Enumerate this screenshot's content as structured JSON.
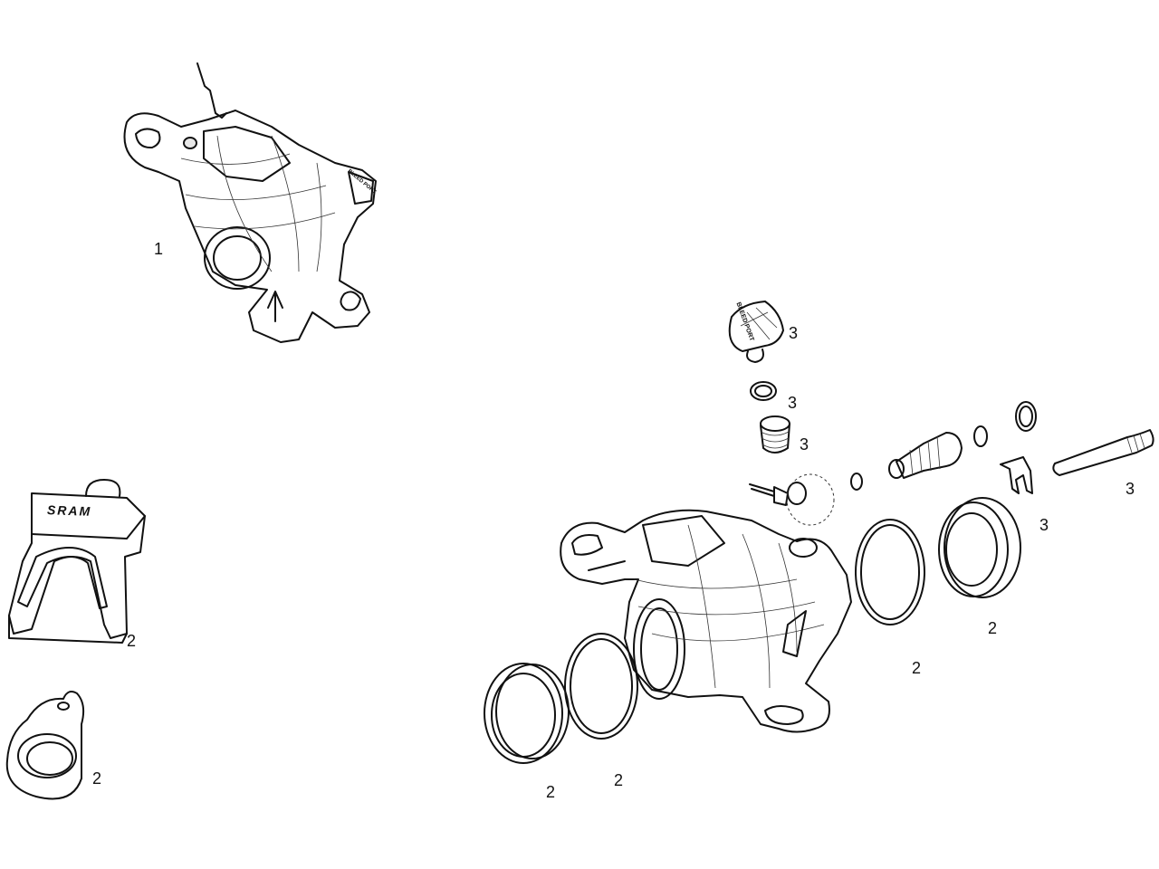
{
  "diagram": {
    "type": "exploded-parts-view",
    "colors": {
      "line": "#111111",
      "background": "#ffffff"
    },
    "parts": [
      {
        "name": "assembled-caliper",
        "callout": "1"
      },
      {
        "name": "bleed-block",
        "callout": "2",
        "logo_text": "SRAM"
      },
      {
        "name": "pad-spacer",
        "callout": "2"
      },
      {
        "name": "bleed-port-cap",
        "callout": "3",
        "text": "BLEED PORT"
      },
      {
        "name": "o-ring",
        "callout": "3"
      },
      {
        "name": "bleed-screw",
        "callout": "3"
      },
      {
        "name": "pad-retaining-pin",
        "callout": "3"
      },
      {
        "name": "pin-clip",
        "callout": "3"
      },
      {
        "name": "piston-right",
        "callout": "2"
      },
      {
        "name": "piston-seal-right",
        "callout": "2"
      },
      {
        "name": "piston-seal-left",
        "callout": "2"
      },
      {
        "name": "piston-left",
        "callout": "2"
      }
    ],
    "assembled_caliper_text": "BLEED PORT"
  }
}
